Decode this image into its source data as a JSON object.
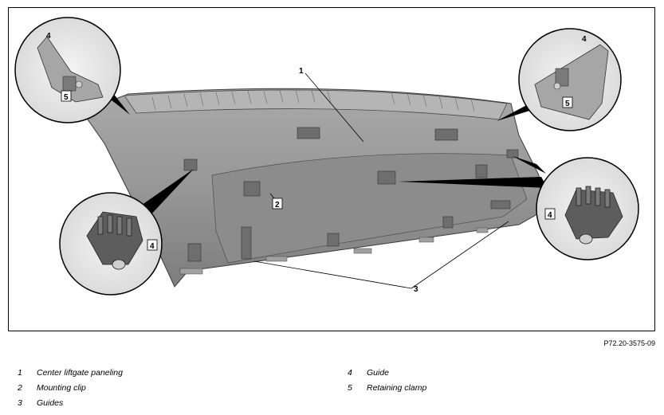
{
  "diagram": {
    "callouts": {
      "c1": "1",
      "c2": "2",
      "c3": "3",
      "c4_top_left": "4",
      "c5_top_left": "5",
      "c4_top_right": "4",
      "c5_top_right": "5",
      "c4_bottom_left": "4",
      "c4_bottom_right": "4"
    }
  },
  "figure_ref": "P72.20-3575-09",
  "legend": [
    {
      "num": "1",
      "label": "Center liftgate paneling"
    },
    {
      "num": "2",
      "label": "Mounting clip"
    },
    {
      "num": "3",
      "label": "Guides"
    },
    {
      "num": "4",
      "label": "Guide"
    },
    {
      "num": "5",
      "label": "Retaining clamp"
    }
  ]
}
